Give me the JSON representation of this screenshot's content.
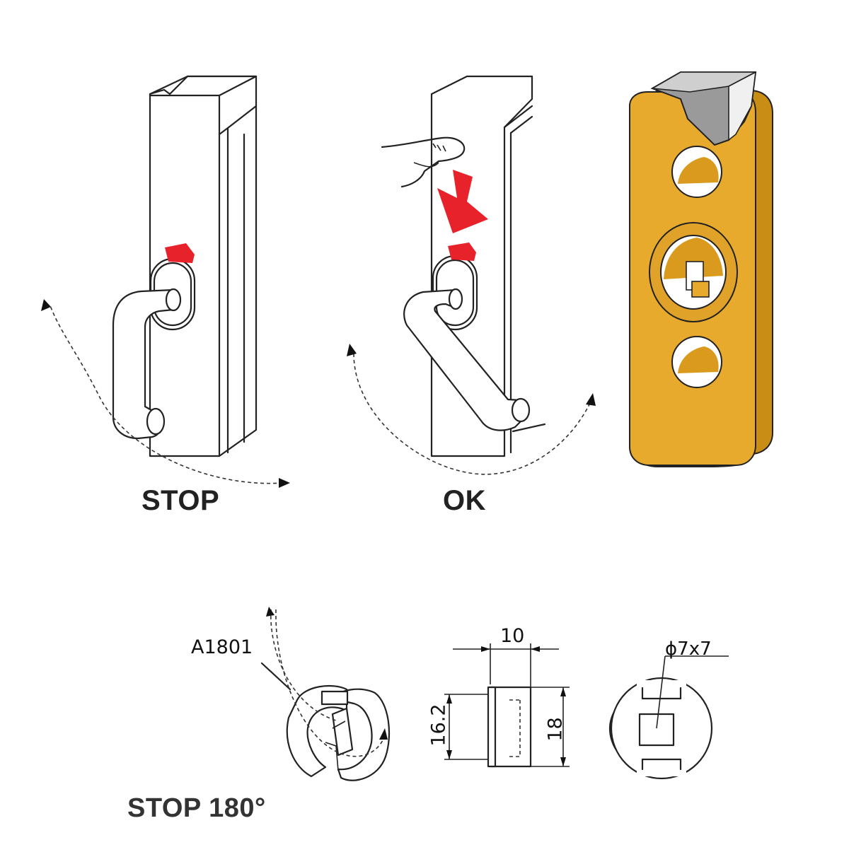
{
  "labels": {
    "stop": "STOP",
    "ok": "OK",
    "stop180": "STOP 180°",
    "part_code": "A1801"
  },
  "dimensions": {
    "width": "10",
    "inner_height": "16.2",
    "outer_height": "18",
    "square_hole": "ϕ7x7"
  },
  "colors": {
    "plate_gold": "#e8aa2c",
    "plate_edge": "#c98d16",
    "lock_red": "#e8222a",
    "arrow_red": "#e8222a",
    "insert_gray": "#8c8c8c"
  },
  "icons": {
    "finger": "pressing-finger-icon",
    "down_arrow": "down-arrow-icon",
    "rotation": "rotation-arrow-icon"
  }
}
